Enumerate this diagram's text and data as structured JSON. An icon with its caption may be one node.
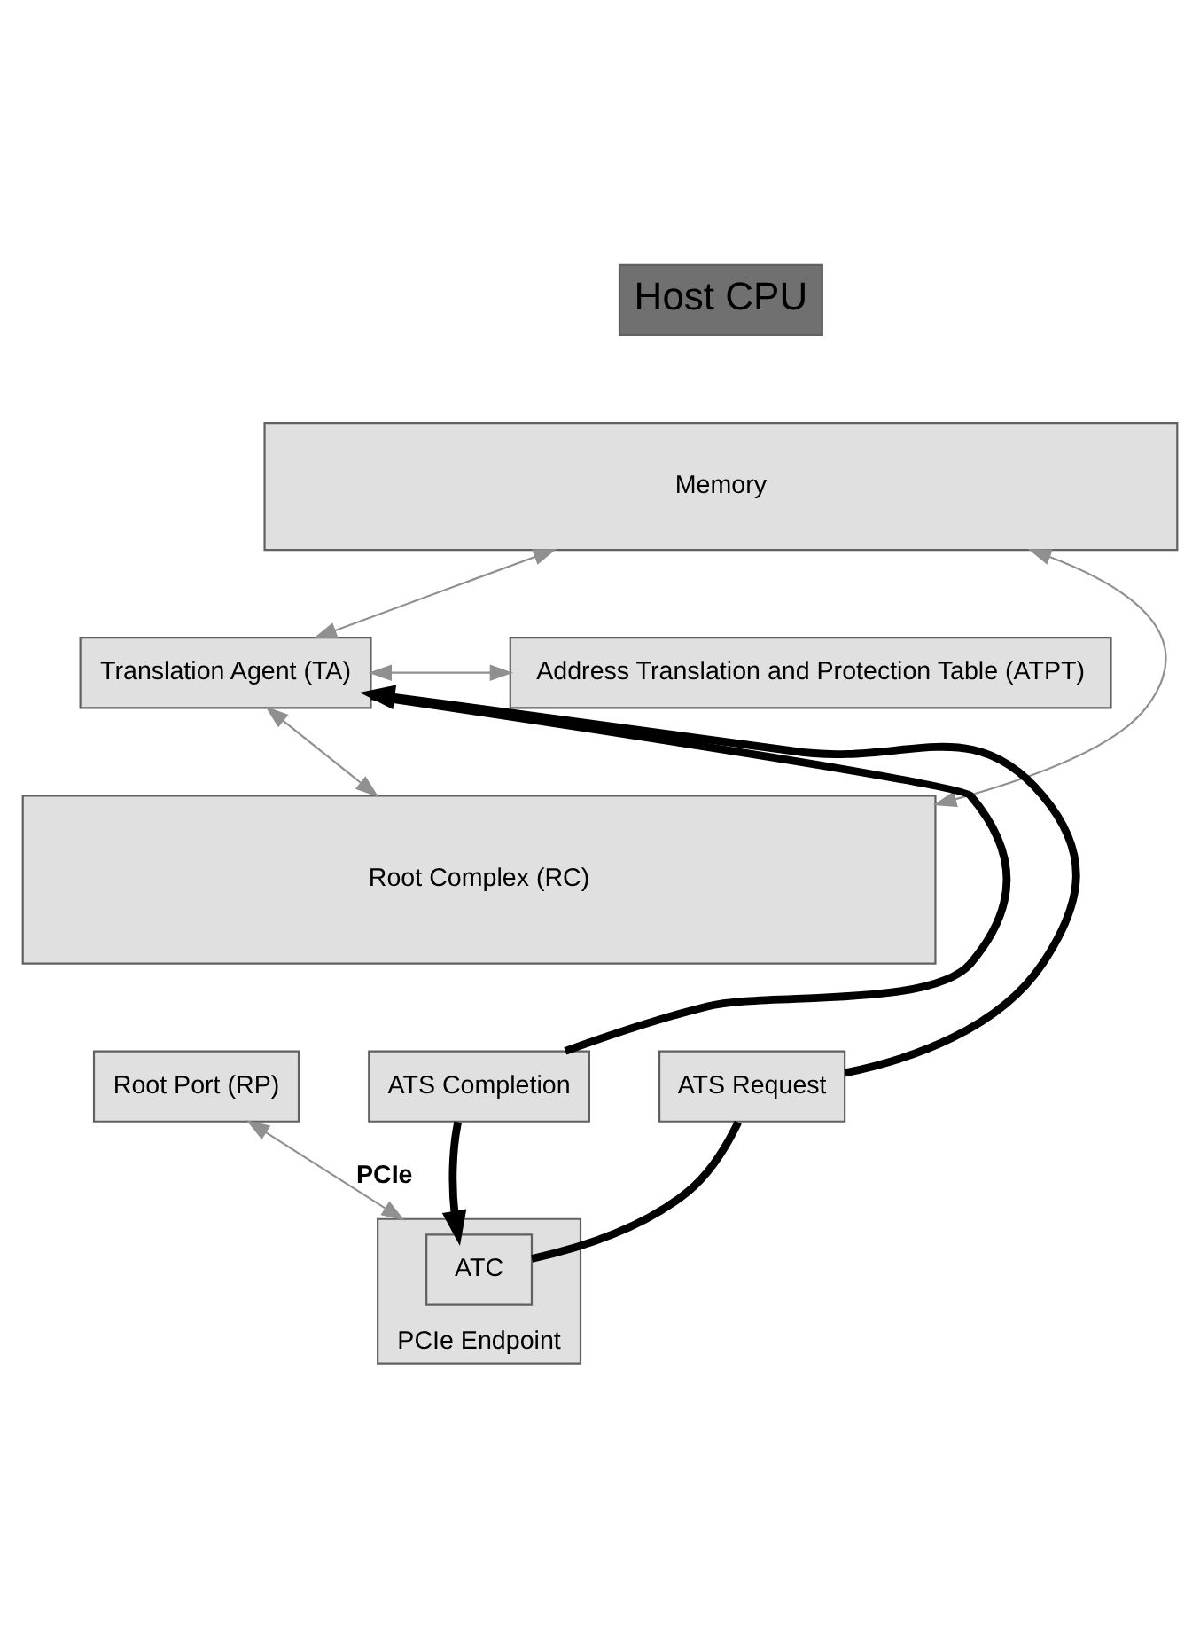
{
  "diagram": {
    "nodes": [
      {
        "text": [
          "Host CPU"
        ]
      },
      {
        "text": [
          "Memory"
        ]
      },
      {
        "text": [
          "Translation Agent (TA)"
        ]
      },
      {
        "text": [
          "Address Translation and Protection Table (ATPT)"
        ]
      },
      {
        "text": [
          "Root Complex (RC)"
        ]
      },
      {
        "text": [
          "Root Port (RP)"
        ]
      },
      {
        "text": [
          "ATS Completion"
        ]
      },
      {
        "text": [
          "ATS Request"
        ]
      },
      {
        "text": [
          "PCIe Endpoint"
        ]
      },
      {
        "text": [
          "ATC"
        ],
        "in": 8
      }
    ],
    "edges": [
      {
        "from": 1,
        "to": 2,
        "arrow": "both"
      },
      {
        "from": 2,
        "to": 3,
        "arrow": "both"
      },
      {
        "from": 1,
        "to": 4,
        "arrow": "both"
      },
      {
        "from": 2,
        "to": 4,
        "arrow": "both"
      },
      {
        "from": 5,
        "to": 8,
        "arrow": "both",
        "label": "PCIe"
      },
      {
        "from": 2,
        "to": 6,
        "arrow": "none",
        "style": "thick",
        "color": "#000000"
      },
      {
        "from": 6,
        "to": 9,
        "arrow": "to",
        "style": "thick",
        "color": "#000000"
      },
      {
        "from": 9,
        "to": 7,
        "arrow": "none",
        "style": "thick",
        "color": "#000000"
      },
      {
        "from": 7,
        "to": 2,
        "arrow": "to",
        "style": "thick",
        "color": "#000000"
      }
    ]
  }
}
